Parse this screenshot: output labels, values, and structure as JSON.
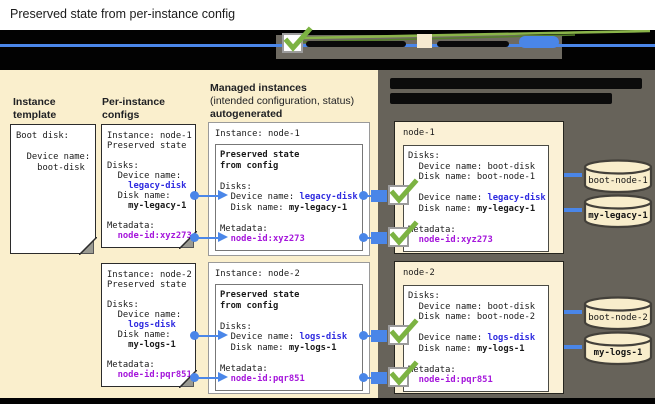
{
  "title": "Preserved state from per-instance config",
  "legend": {
    "icons": [
      "checkmark-icon",
      "config-swatch",
      "reference-pill"
    ]
  },
  "columns": {
    "instance_template": {
      "label": "Instance template",
      "card": {
        "lines": [
          [
            [
              "Boot disk:",
              "p"
            ]
          ],
          [],
          [
            [
              "  Device name:",
              "p"
            ]
          ],
          [
            [
              "    boot-disk",
              "p"
            ]
          ]
        ]
      }
    },
    "per_instance_configs": {
      "label": "Per-instance configs",
      "cards": [
        {
          "lines": [
            [
              [
                "Instance: node-1",
                "p"
              ]
            ],
            [
              [
                "Preserved state",
                "p"
              ]
            ],
            [],
            [
              [
                "Disks:",
                "p"
              ]
            ],
            [
              [
                "  Device name:",
                "p"
              ]
            ],
            [
              [
                "    legacy-disk",
                "b"
              ]
            ],
            [
              [
                "  Disk name:",
                "p"
              ]
            ],
            [
              [
                "    my-legacy-1",
                "s"
              ]
            ],
            [],
            [
              [
                "Metadata:",
                "p"
              ]
            ],
            [
              [
                "  node-id:xyz273",
                "m"
              ]
            ]
          ]
        },
        {
          "lines": [
            [
              [
                "Instance: node-2",
                "p"
              ]
            ],
            [
              [
                "Preserved state",
                "p"
              ]
            ],
            [],
            [
              [
                "Disks:",
                "p"
              ]
            ],
            [
              [
                "  Device name:",
                "p"
              ]
            ],
            [
              [
                "    logs-disk",
                "b"
              ]
            ],
            [
              [
                "  Disk name:",
                "p"
              ]
            ],
            [
              [
                "    my-logs-1",
                "s"
              ]
            ],
            [],
            [
              [
                "Metadata:",
                "p"
              ]
            ],
            [
              [
                "  node-id:pqr851",
                "m"
              ]
            ]
          ]
        }
      ]
    },
    "managed_instances": {
      "label": "Managed instances",
      "sublabel": "(intended configuration, status)",
      "sublabel2": "autogenerated",
      "cards": [
        {
          "title": "Instance: node-1",
          "lines": [
            [
              [
                "Preserved state",
                "s"
              ]
            ],
            [
              [
                "from config",
                "s"
              ]
            ],
            [],
            [
              [
                "Disks:",
                "p"
              ]
            ],
            [
              [
                "  Device name: ",
                "p"
              ],
              [
                "legacy-disk",
                "b"
              ]
            ],
            [
              [
                "  Disk name: ",
                "p"
              ],
              [
                "my-legacy-1",
                "s"
              ]
            ],
            [],
            [
              [
                "Metadata:",
                "p"
              ]
            ],
            [
              [
                "  node-id:xyz273",
                "m"
              ]
            ]
          ]
        },
        {
          "title": "Instance: node-2",
          "lines": [
            [
              [
                "Preserved state",
                "s"
              ]
            ],
            [
              [
                "from config",
                "s"
              ]
            ],
            [],
            [
              [
                "Disks:",
                "p"
              ]
            ],
            [
              [
                "  Device name: ",
                "p"
              ],
              [
                "logs-disk",
                "b"
              ]
            ],
            [
              [
                "  Disk name: ",
                "p"
              ],
              [
                "my-logs-1",
                "s"
              ]
            ],
            [],
            [
              [
                "Metadata:",
                "p"
              ]
            ],
            [
              [
                "  node-id:pqr851",
                "m"
              ]
            ]
          ]
        }
      ]
    }
  },
  "vm_panel": {
    "nodes": [
      {
        "name": "node-1",
        "lines": [
          [
            [
              "Disks:",
              "p"
            ]
          ],
          [
            [
              "  Device name: boot-disk",
              "p"
            ]
          ],
          [
            [
              "  Disk name: boot-node-1",
              "p"
            ]
          ],
          [],
          [
            [
              "  Device name: ",
              "p"
            ],
            [
              "legacy-disk",
              "b"
            ]
          ],
          [
            [
              "  Disk name: ",
              "p"
            ],
            [
              "my-legacy-1",
              "s"
            ]
          ],
          [],
          [
            [
              "Metadata:",
              "p"
            ]
          ],
          [
            [
              "  node-id:xyz273",
              "m"
            ]
          ]
        ],
        "disks": [
          {
            "label": "boot-node-1",
            "bold": false
          },
          {
            "label": "my-legacy-1",
            "bold": true
          }
        ]
      },
      {
        "name": "node-2",
        "lines": [
          [
            [
              "Disks:",
              "p"
            ]
          ],
          [
            [
              "  Device name: boot-disk",
              "p"
            ]
          ],
          [
            [
              "  Disk name: boot-node-2",
              "p"
            ]
          ],
          [],
          [
            [
              "  Device name: ",
              "p"
            ],
            [
              "logs-disk",
              "b"
            ]
          ],
          [
            [
              "  Disk name: ",
              "p"
            ],
            [
              "my-logs-1",
              "s"
            ]
          ],
          [],
          [
            [
              "Metadata:",
              "p"
            ]
          ],
          [
            [
              "  node-id:pqr851",
              "m"
            ]
          ]
        ],
        "disks": [
          {
            "label": "boot-node-2",
            "bold": false
          },
          {
            "label": "my-logs-1",
            "bold": true
          }
        ]
      }
    ]
  },
  "colors": {
    "panel_cream": "#faefcd",
    "panel_dark": "#67635a",
    "link_blue": "#4a86e8",
    "blue_text": "#2f2be0",
    "magenta_text": "#a516db",
    "check_green": "#7cb342"
  }
}
